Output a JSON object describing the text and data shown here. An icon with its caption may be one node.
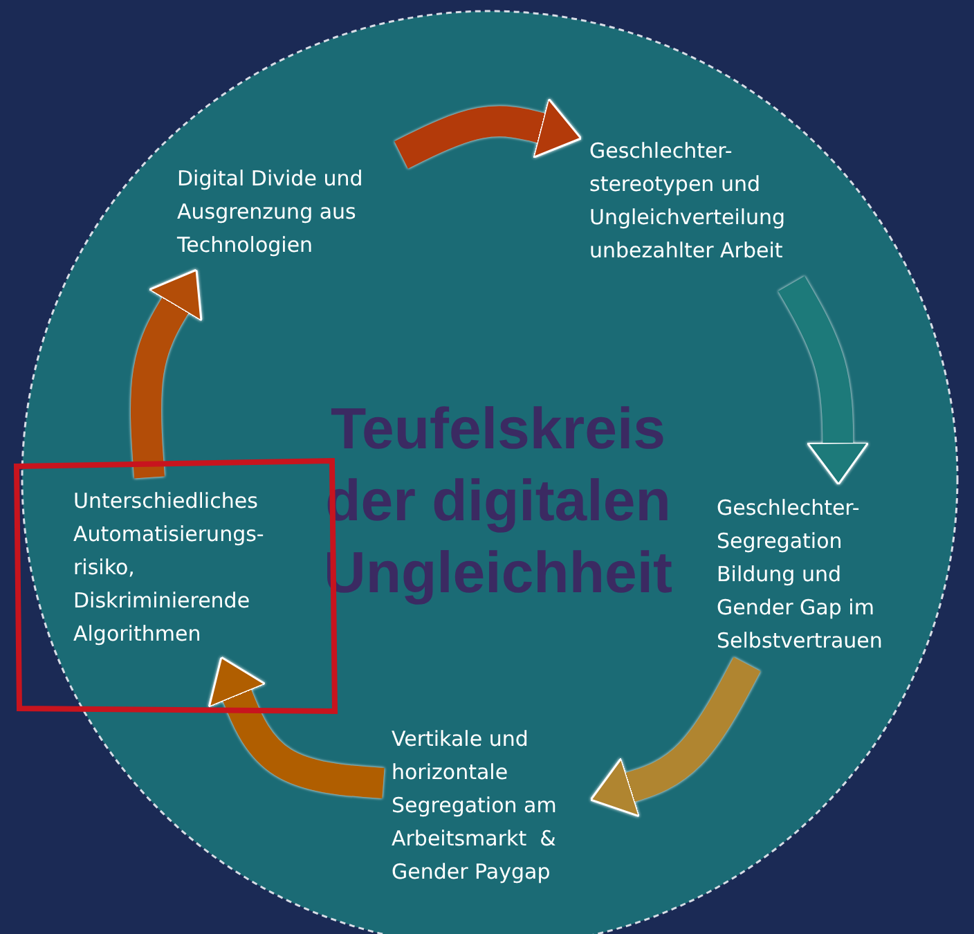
{
  "diagram": {
    "title": "Teufelskreis der digitalen Ungleichheit",
    "nodes": [
      {
        "text": [],
        "shape": "circle"
      },
      {
        "text": [
          "Digital Divide und Ausgrenzung aus Technologien"
        ],
        "in": 0
      },
      {
        "text": [
          "Geschlechter-stereotypen und Ungleichverteilung unbezahlter Arbeit"
        ],
        "in": 0
      },
      {
        "text": [
          "Geschlechter-Segregation Bildung und Gender Gap im Selbstvertrauen"
        ],
        "in": 0
      },
      {
        "text": [
          "Vertikale und horizontale Segregation am Arbeitsmarkt  & Gender Paygap"
        ],
        "in": 0
      },
      {
        "text": [
          "Unterschiedliches Automatisierungs-risiko, Diskriminierende Algorithmen"
        ],
        "in": 0
      }
    ],
    "edges": [
      {
        "from": 1,
        "to": 2,
        "arrow": "to",
        "color": "#b33a0a"
      },
      {
        "from": 2,
        "to": 3,
        "arrow": "to",
        "color": "#1d7a7a"
      },
      {
        "from": 3,
        "to": 4,
        "arrow": "to",
        "color": "#b08530"
      },
      {
        "from": 4,
        "to": 5,
        "arrow": "to",
        "color": "#b05e00"
      },
      {
        "from": 5,
        "to": 1,
        "arrow": "to",
        "color": "#b34d08"
      }
    ]
  }
}
